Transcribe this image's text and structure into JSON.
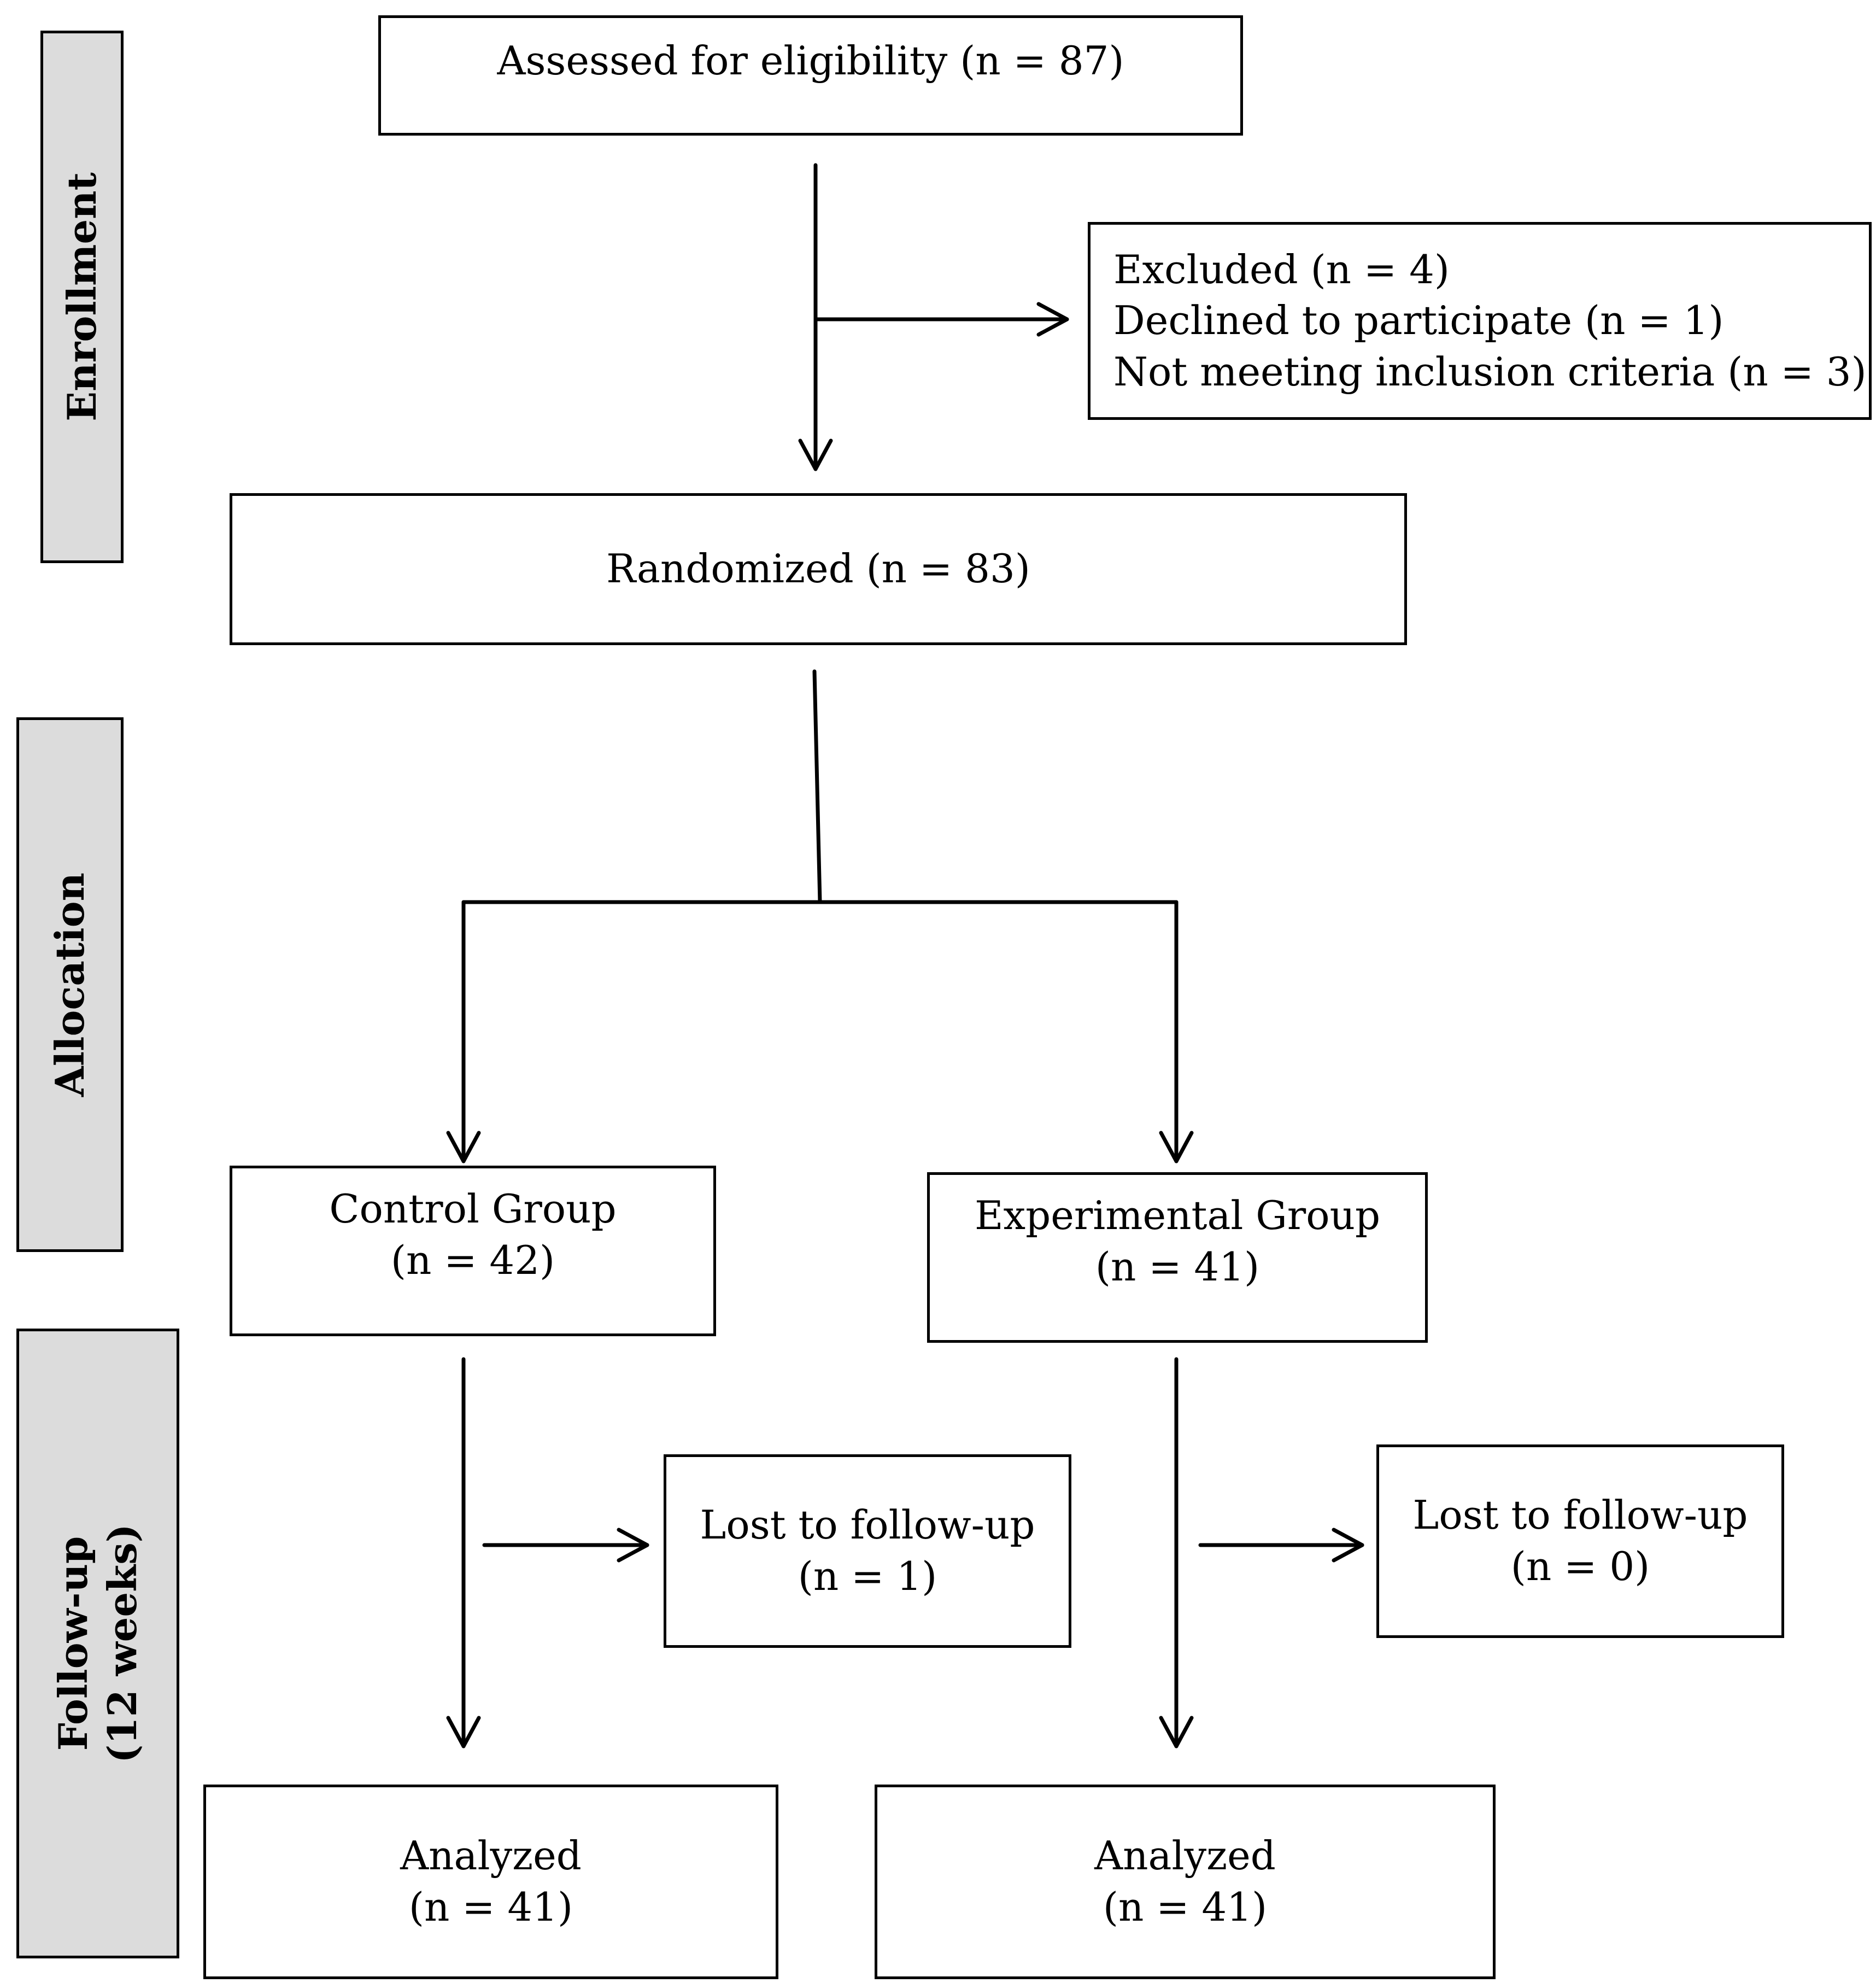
{
  "phases": {
    "enrollment": "Enrollment",
    "allocation": "Allocation",
    "followup_line1": "Follow-up",
    "followup_line2": "(12 weeks)"
  },
  "boxes": {
    "assessed": "Assessed  for eligibility  (n = 87)",
    "excluded_title": "Excluded (n = 4)",
    "excluded_declined": "Declined to participate (n = 1)",
    "excluded_not_meeting": "Not meeting inclusion criteria (n = 3)",
    "randomized": "Randomized (n = 83)",
    "control_name": "Control Group",
    "control_n": "(n = 42)",
    "experimental_name": "Experimental Group",
    "experimental_n": "(n = 41)",
    "lost_control_label": "Lost to follow-up",
    "lost_control_n": "(n = 1)",
    "lost_experimental_label": "Lost to follow-up",
    "lost_experimental_n": "(n = 0)",
    "analyzed_control_label": "Analyzed",
    "analyzed_control_n": "(n = 41)",
    "analyzed_experimental_label": "Analyzed",
    "analyzed_experimental_n": "(n = 41)"
  }
}
